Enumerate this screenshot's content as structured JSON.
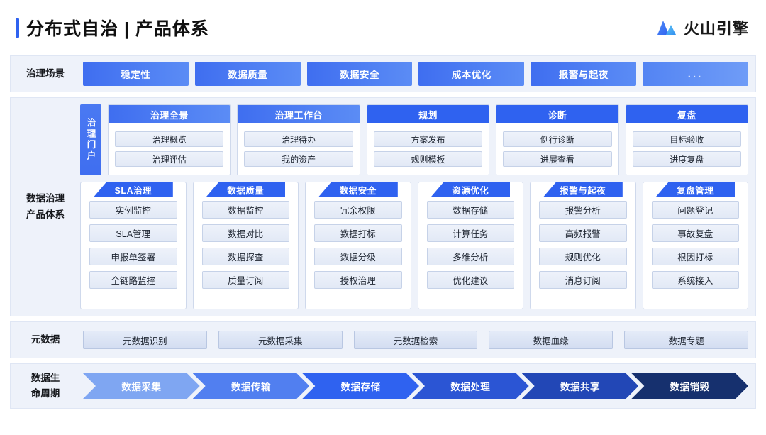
{
  "header": {
    "title": "分布式自治 | 产品体系",
    "brand_name": "火山引擎",
    "accent_color": "#2f62f0"
  },
  "scenarios": {
    "label": "治理场景",
    "items": [
      {
        "label": "稳定性"
      },
      {
        "label": "数据质量"
      },
      {
        "label": "数据安全"
      },
      {
        "label": "成本优化"
      },
      {
        "label": "报警与起夜"
      },
      {
        "label": "..."
      }
    ]
  },
  "governance": {
    "label_line1": "数据治理",
    "label_line2": "产品体系",
    "portal_tab": "治理门户",
    "top_panels": [
      {
        "title": "治理全景",
        "items": [
          "治理概览",
          "治理评估"
        ]
      },
      {
        "title": "治理工作台",
        "items": [
          "治理待办",
          "我的资产"
        ]
      },
      {
        "title": "规划",
        "items": [
          "方案发布",
          "规则模板"
        ]
      },
      {
        "title": "诊断",
        "items": [
          "例行诊断",
          "进展查看"
        ]
      },
      {
        "title": "复盘",
        "items": [
          "目标验收",
          "进度复盘"
        ]
      }
    ],
    "cards": [
      {
        "title": "SLA治理",
        "items": [
          "实例监控",
          "SLA管理",
          "申报单签署",
          "全链路监控"
        ]
      },
      {
        "title": "数据质量",
        "items": [
          "数据监控",
          "数据对比",
          "数据探查",
          "质量订阅"
        ]
      },
      {
        "title": "数据安全",
        "items": [
          "冗余权限",
          "数据打标",
          "数据分级",
          "授权治理"
        ]
      },
      {
        "title": "资源优化",
        "items": [
          "数据存储",
          "计算任务",
          "多维分析",
          "优化建议"
        ]
      },
      {
        "title": "报警与起夜",
        "items": [
          "报警分析",
          "高频报警",
          "规则优化",
          "消息订阅"
        ]
      },
      {
        "title": "复盘管理",
        "items": [
          "问题登记",
          "事故复盘",
          "根因打标",
          "系统接入"
        ]
      }
    ]
  },
  "metadata": {
    "label": "元数据",
    "items": [
      "元数据识别",
      "元数据采集",
      "元数据检索",
      "数据血缘",
      "数据专题"
    ]
  },
  "lifecycle": {
    "label_line1": "数据生",
    "label_line2": "命周期",
    "stages": [
      {
        "label": "数据采集",
        "color": "#7fa6f2"
      },
      {
        "label": "数据传输",
        "color": "#517ff0"
      },
      {
        "label": "数据存储",
        "color": "#2f62f0"
      },
      {
        "label": "数据处理",
        "color": "#2b55d4"
      },
      {
        "label": "数据共享",
        "color": "#2247b6"
      },
      {
        "label": "数据销毁",
        "color": "#16306e"
      }
    ]
  }
}
